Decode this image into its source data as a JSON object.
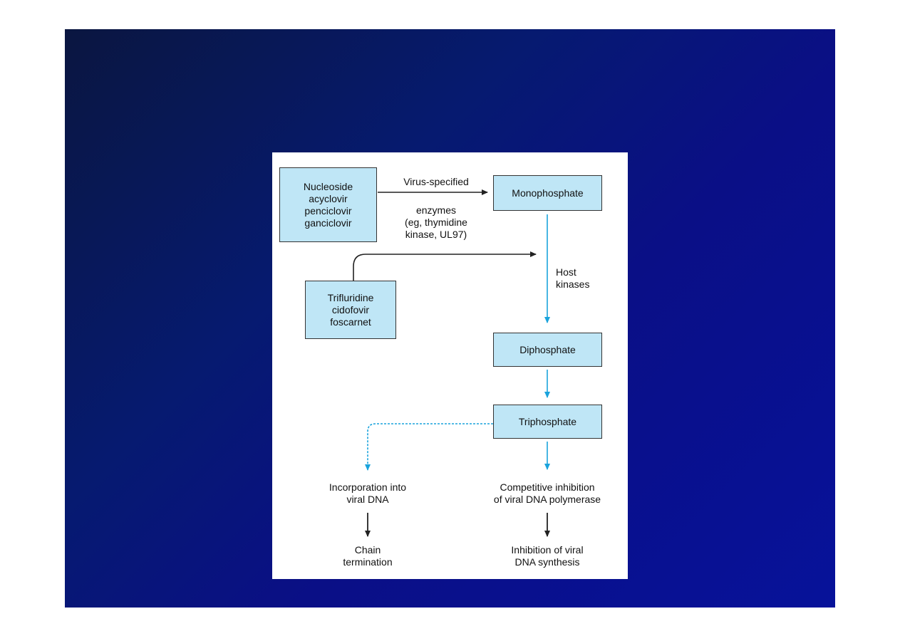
{
  "diagram": {
    "boxes": {
      "nucleoside": "Nucleoside\nacyclovir\npenciclovir\nganciclovir",
      "monophosphate": "Monophosphate",
      "others": "Trifluridine\ncidofovir\nfoscarnet",
      "diphosphate": "Diphosphate",
      "triphosphate": "Triphosphate"
    },
    "labels": {
      "virus_specified": "Virus-specified",
      "enzymes": "enzymes\n(eg, thymidine\nkinase, UL97)",
      "host_kinases": "Host\nkinases",
      "incorporation": "Incorporation into\nviral DNA",
      "competitive": "Competitive inhibition\nof viral DNA polymerase",
      "chain_termination": "Chain\ntermination",
      "inhibition_synthesis": "Inhibition of viral\nDNA synthesis"
    },
    "colors": {
      "background_dark": "#061a70",
      "box_fill": "#bfe6f6",
      "blue_arrow": "#1aa3dc",
      "black_arrow": "#222222"
    }
  }
}
